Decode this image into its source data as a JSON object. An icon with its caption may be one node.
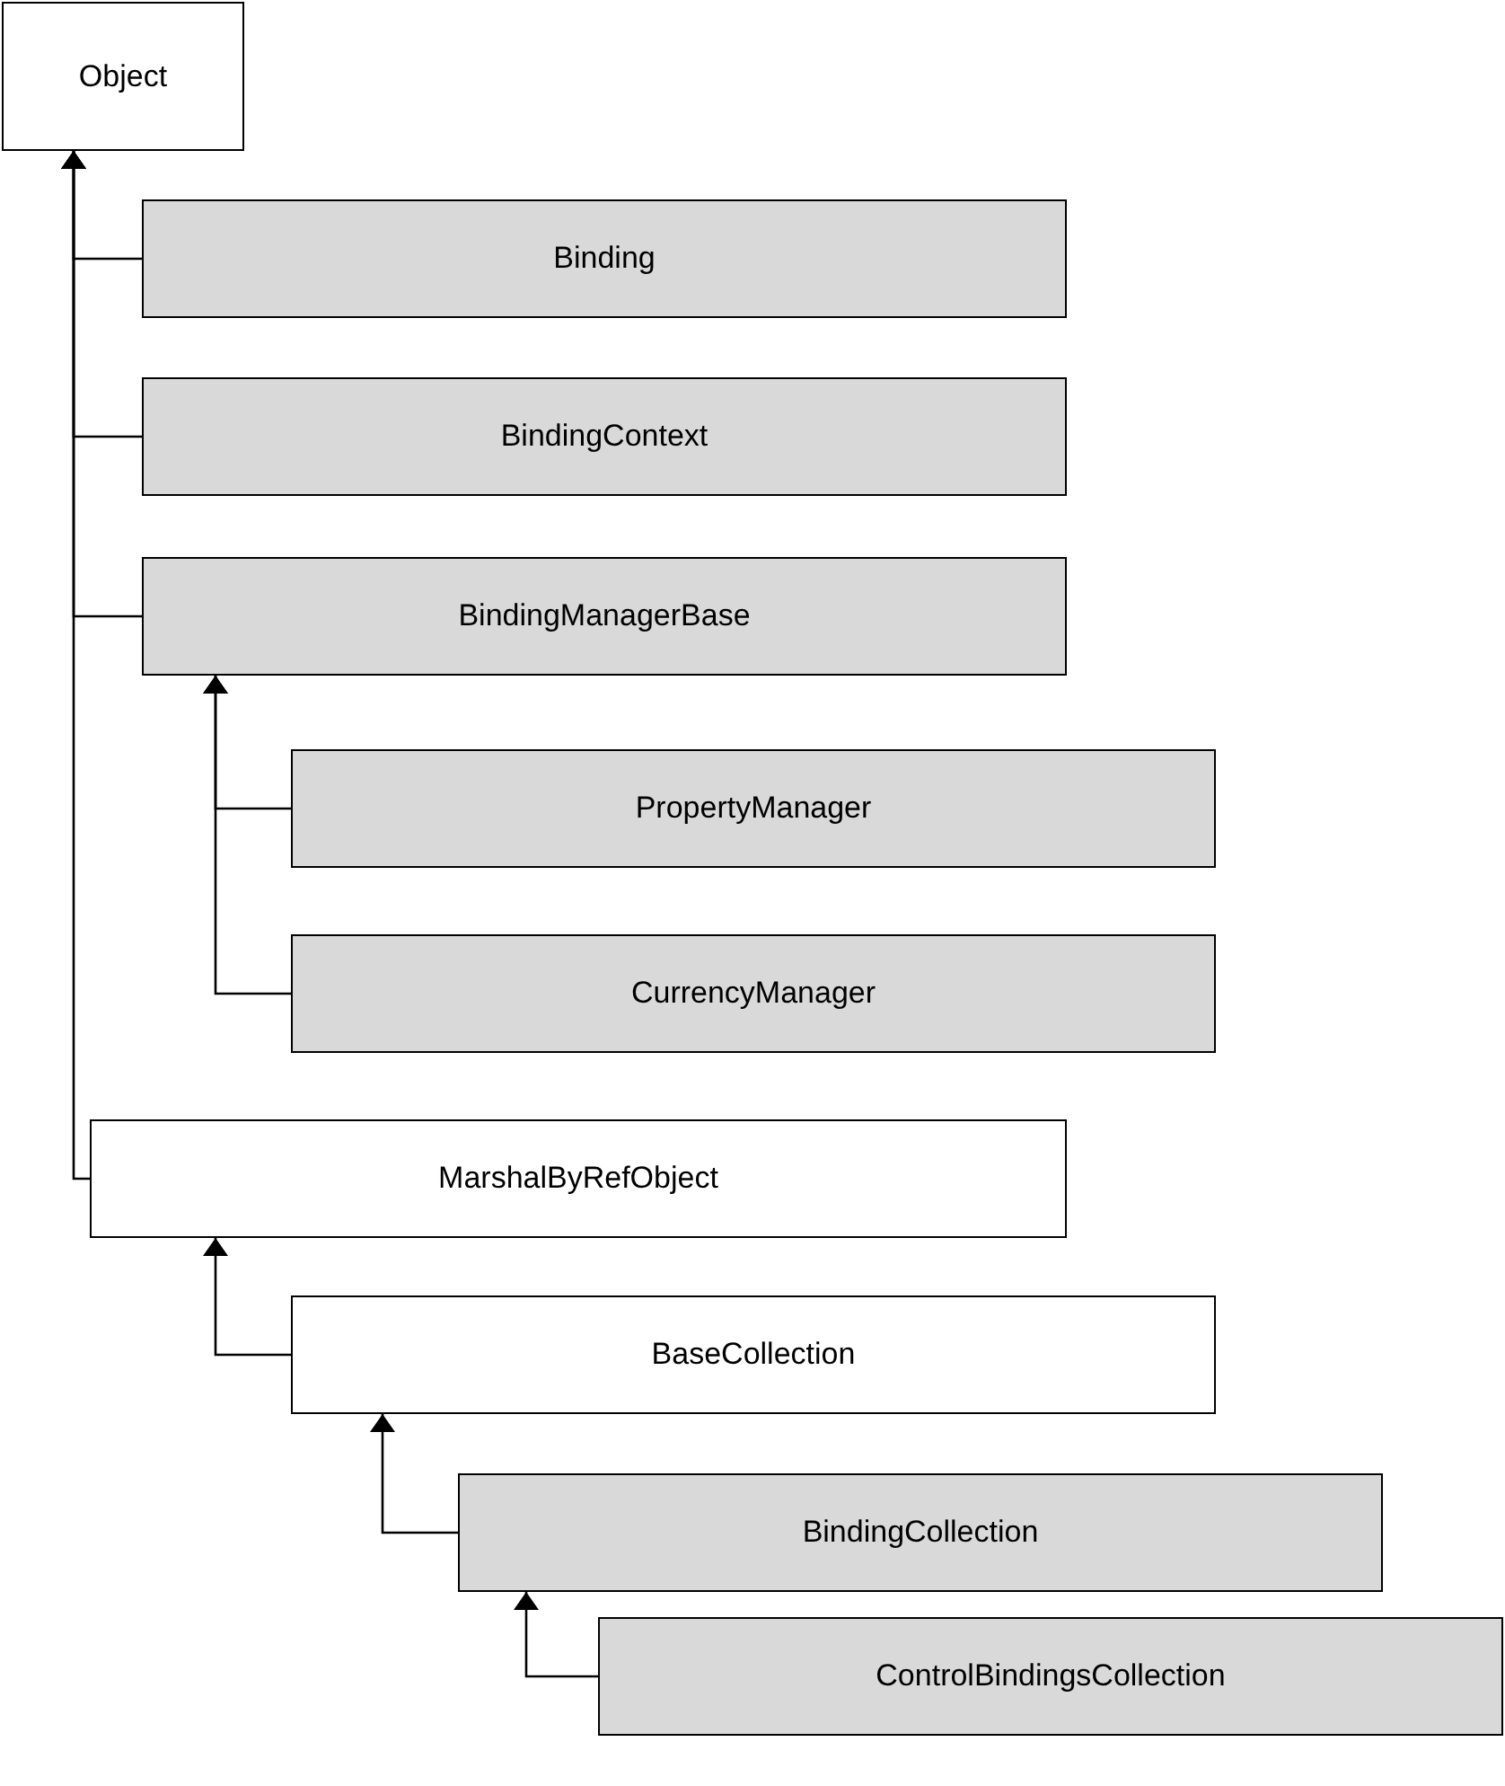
{
  "diagram": {
    "nodes": [
      {
        "text": [
          "Object"
        ]
      },
      {
        "text": [
          "Binding"
        ]
      },
      {
        "text": [
          "BindingContext"
        ]
      },
      {
        "text": [
          "BindingManagerBase"
        ]
      },
      {
        "text": [
          "PropertyManager"
        ]
      },
      {
        "text": [
          "CurrencyManager"
        ]
      },
      {
        "text": [
          "MarshalByRefObject"
        ]
      },
      {
        "text": [
          "BaseCollection"
        ]
      },
      {
        "text": [
          "BindingCollection"
        ]
      },
      {
        "text": [
          "ControlBindingsCollection"
        ]
      }
    ],
    "edges": [
      {
        "from": 1,
        "to": 0,
        "arrow": "to"
      },
      {
        "from": 2,
        "to": 0,
        "arrow": "to"
      },
      {
        "from": 3,
        "to": 0,
        "arrow": "to"
      },
      {
        "from": 6,
        "to": 0,
        "arrow": "to"
      },
      {
        "from": 4,
        "to": 3,
        "arrow": "to"
      },
      {
        "from": 5,
        "to": 3,
        "arrow": "to"
      },
      {
        "from": 7,
        "to": 6,
        "arrow": "to"
      },
      {
        "from": 8,
        "to": 7,
        "arrow": "to"
      },
      {
        "from": 9,
        "to": 8,
        "arrow": "to"
      }
    ]
  }
}
